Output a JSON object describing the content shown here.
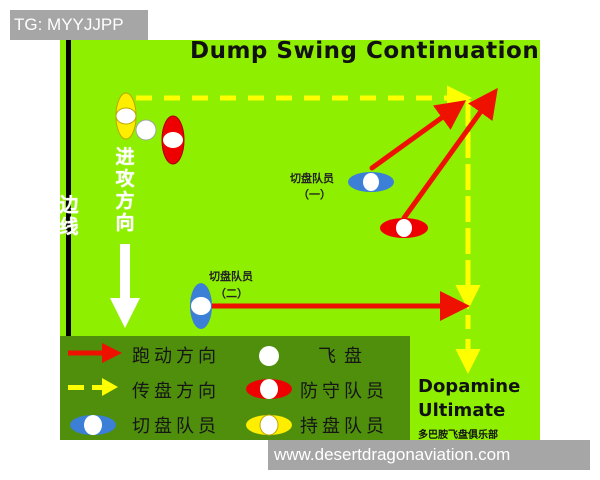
{
  "watermarks": {
    "top": "TG: MYYJJPP",
    "bottom": "www.desertdragonaviation.com"
  },
  "diagram": {
    "title": "Dump Swing Continuation",
    "sideline_label": [
      "边",
      "线"
    ],
    "attack_direction_label": [
      "进",
      "攻",
      "方",
      "向"
    ],
    "cutter_one_label": "切盘队员",
    "cutter_one_sub": "（一）",
    "cutter_two_label": "切盘队员",
    "cutter_two_sub": "（二）",
    "colors": {
      "field": "#8fef00",
      "legend_bg": "#4f8f0c",
      "run_arrow": "#ee1100",
      "pass_arrow": "#ffff00",
      "cutter": "#3b7fd6",
      "defender": "#ee0000",
      "handler": "#ffee00",
      "disc": "#ffffff"
    }
  },
  "legend": {
    "items": [
      {
        "symbol": "red-solid-arrow",
        "label": "跑动方向"
      },
      {
        "symbol": "white-disc",
        "label": "飞盘"
      },
      {
        "symbol": "yellow-dashed-arrow",
        "label": "传盘方向"
      },
      {
        "symbol": "red-ellipse",
        "label": "防守队员"
      },
      {
        "symbol": "blue-ellipse",
        "label": "切盘队员"
      },
      {
        "symbol": "yellow-ellipse",
        "label": "持盘队员"
      }
    ]
  },
  "brand": {
    "line1": "Dopamine",
    "line2": "Ultimate",
    "line3": "多巴胺飞盘俱乐部"
  }
}
